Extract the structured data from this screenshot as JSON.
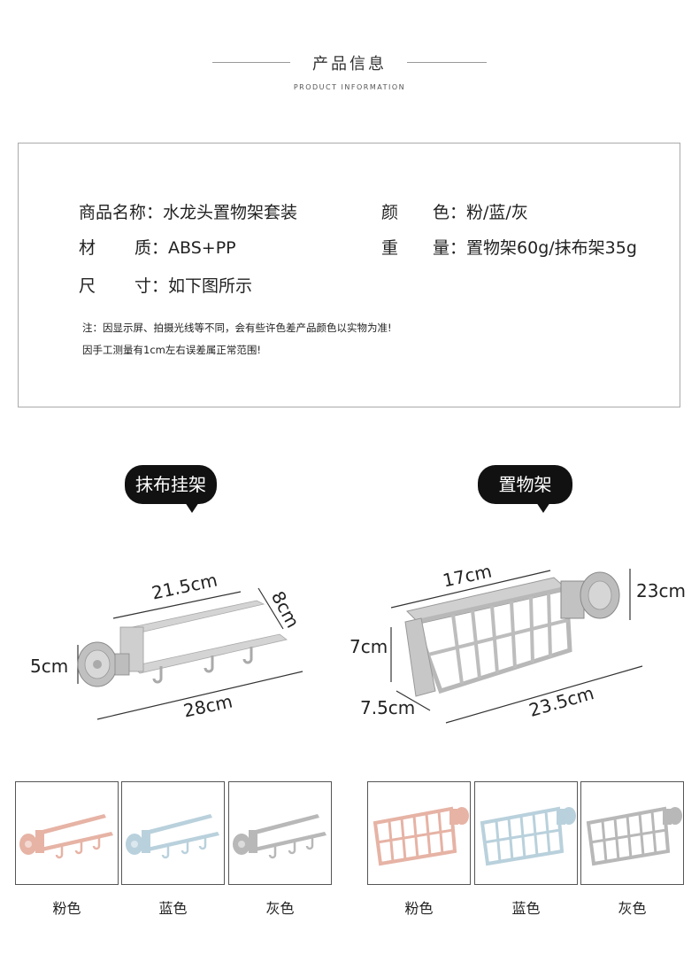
{
  "header": {
    "title": "产品信息",
    "subtitle": "PRODUCT INFORMATION"
  },
  "specs": {
    "name_label": "商品名称：",
    "name_value": "水龙头置物架套装",
    "color_label_a": "颜",
    "color_label_b": "色：",
    "color_value": "粉/蓝/灰",
    "material_label_a": "材",
    "material_label_b": "质：",
    "material_value": "ABS+PP",
    "weight_label_a": "重",
    "weight_label_b": "量：",
    "weight_value": "置物架60g/抹布架35g",
    "size_label_a": "尺",
    "size_label_b": "寸：",
    "size_value": "如下图所示"
  },
  "notes": {
    "line1": "注：因显示屏、拍摄光线等不同，会有些许色差产品颜色以实物为准!",
    "line2": "因手工测量有1cm左右误差属正常范围!"
  },
  "products": {
    "towel_rack": {
      "label": "抹布挂架",
      "dims": {
        "top": "21.5cm",
        "depth": "8cm",
        "height": "5cm",
        "length": "28cm"
      }
    },
    "storage_rack": {
      "label": "置物架",
      "dims": {
        "top": "17cm",
        "height_right": "23cm",
        "height_left": "7cm",
        "depth": "7.5cm",
        "length": "23.5cm"
      }
    }
  },
  "variants": [
    {
      "caption": "粉色",
      "color": "#e6b3a5"
    },
    {
      "caption": "蓝色",
      "color": "#b9d1dc"
    },
    {
      "caption": "灰色",
      "color": "#b8b8b8"
    },
    {
      "caption": "粉色",
      "color": "#e6b3a5"
    },
    {
      "caption": "蓝色",
      "color": "#b9d1dc"
    },
    {
      "caption": "灰色",
      "color": "#b8b8b8"
    }
  ],
  "colors": {
    "product_gray": "#c8c8c8",
    "product_gray_dark": "#9a9a9a",
    "bubble": "#111111"
  }
}
